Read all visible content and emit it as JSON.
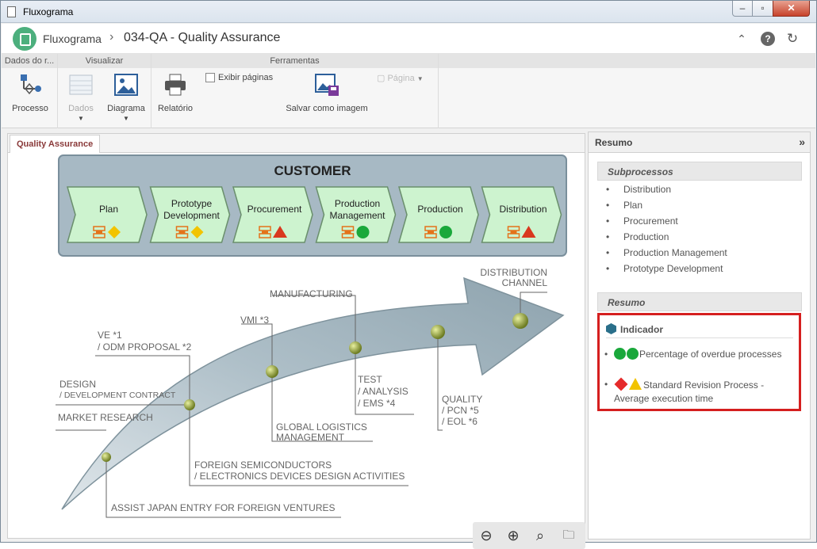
{
  "window": {
    "title": "Fluxograma"
  },
  "header": {
    "app_name": "Fluxograma",
    "separator": "›",
    "page_title": "034-QA - Quality Assurance"
  },
  "ribbon": {
    "groups": [
      "Dados do r...",
      "Visualizar",
      "Ferramentas"
    ],
    "buttons": {
      "processo": "Processo",
      "dados": "Dados",
      "diagrama": "Diagrama",
      "relatorio": "Relatório",
      "exibir_paginas": "Exibir páginas",
      "salvar_imagem": "Salvar como imagem",
      "pagina": "Página"
    }
  },
  "diagram": {
    "tab": "Quality Assurance",
    "customer_title": "CUSTOMER",
    "stages": [
      {
        "label": "Plan",
        "status": "diamond-yellow"
      },
      {
        "label": "Prototype Development",
        "status": "diamond-yellow"
      },
      {
        "label": "Procurement",
        "status": "triangle-red"
      },
      {
        "label": "Production Management",
        "status": "circle-green"
      },
      {
        "label": "Production",
        "status": "circle-green"
      },
      {
        "label": "Distribution",
        "status": "triangle-red"
      }
    ],
    "labels": {
      "market_research": "MARKET RESEARCH",
      "design": "DESIGN",
      "dev_contract": "/ DEVELOPMENT CONTRACT",
      "ve": "VE *1",
      "odm": "/ ODM PROPOSAL *2",
      "vmi": "VMI *3",
      "manufacturing": "MANUFACTURING",
      "distribution_channel": "DISTRIBUTION CHANNEL",
      "test": "TEST",
      "analysis": "/ ANALYSIS",
      "ems": "/ EMS *4",
      "quality": "QUALITY",
      "pcn": "/ PCN *5",
      "eol": "/ EOL *6",
      "global_logistics": "GLOBAL LOGISTICS MANAGEMENT",
      "foreign_semi": "FOREIGN SEMICONDUCTORS",
      "electronics": "/ ELECTRONICS DEVICES DESIGN ACTIVITIES",
      "assist_japan": "ASSIST JAPAN ENTRY FOR FOREIGN VENTURES"
    }
  },
  "summary": {
    "panel_title": "Resumo",
    "subprocesses_header": "Subprocessos",
    "subprocesses": [
      "Distribution",
      "Plan",
      "Procurement",
      "Production",
      "Production Management",
      "Prototype Development"
    ],
    "resumo_header": "Resumo",
    "indicator_title": "Indicador",
    "indicators": [
      {
        "text": "Percentage of overdue processes",
        "status": [
          "circle-green",
          "circle-green"
        ]
      },
      {
        "text": "Standard Revision Process - Average execution time",
        "status": [
          "diamond-red",
          "triangle-yellow"
        ]
      }
    ]
  }
}
